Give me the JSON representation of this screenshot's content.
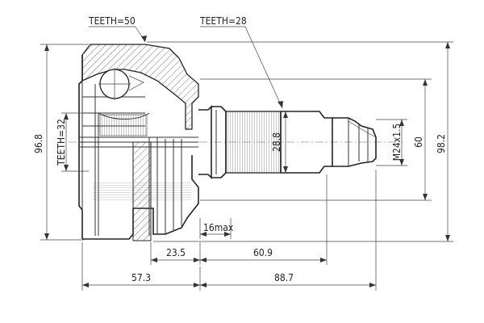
{
  "labels": {
    "teeth_outer": "TEETH=50",
    "teeth_spline": "TEETH=28",
    "teeth_inner": "TEETH=32",
    "max_width": "16max"
  },
  "dimensions": {
    "overall_height": "96.8",
    "abs_ring_diameter": "98.2",
    "spline_diameter": "28.8",
    "seal_diameter": "60",
    "thread": "M24x1.5",
    "len_23_5": "23.5",
    "len_60_9": "60.9",
    "len_57_3": "57.3",
    "len_88_7": "88.7"
  }
}
